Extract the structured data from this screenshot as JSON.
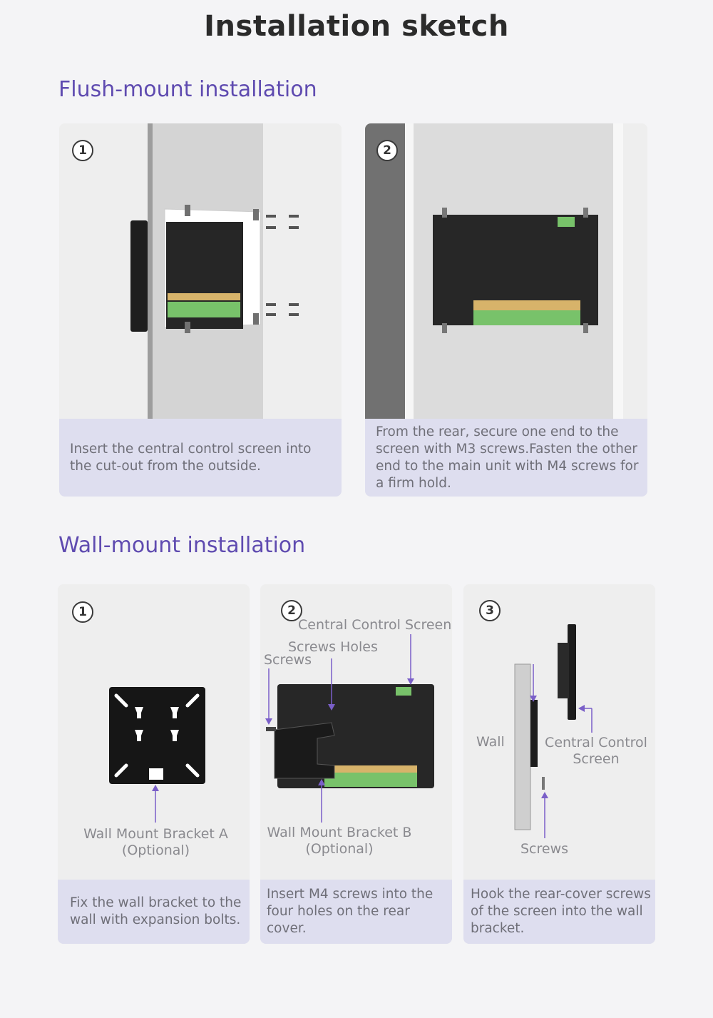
{
  "page": {
    "title": "Installation sketch"
  },
  "flush": {
    "heading": "Flush-mount installation",
    "steps": [
      {
        "number": "1",
        "caption": "Insert the central control screen into the cut-out from the outside."
      },
      {
        "number": "2",
        "caption": "From the rear, secure one end to the screen with M3 screws.Fasten the other end to the main unit with M4 screws for a firm hold."
      }
    ]
  },
  "wall": {
    "heading": "Wall-mount installation",
    "steps": [
      {
        "number": "1",
        "caption": "Fix the wall bracket to the wall with expansion bolts.",
        "labels": {
          "bracket_a": "Wall Mount Bracket A\n(Optional)"
        }
      },
      {
        "number": "2",
        "caption": "Insert M4 screws into the four holes on the rear cover.",
        "labels": {
          "screen": "Central Control Screen",
          "holes": "Screws Holes",
          "screws": "Screws",
          "bracket_b": "Wall Mount Bracket B\n(Optional)"
        }
      },
      {
        "number": "3",
        "caption": "Hook the rear-cover screws of the screen into the wall bracket.",
        "labels": {
          "wall": "Wall",
          "screen": "Central Control\nScreen",
          "screws": "Screws"
        }
      }
    ]
  },
  "colors": {
    "accent": "#5f4bb0",
    "caption_bg": "#dedeef",
    "arrow": "#7a5fc8"
  }
}
